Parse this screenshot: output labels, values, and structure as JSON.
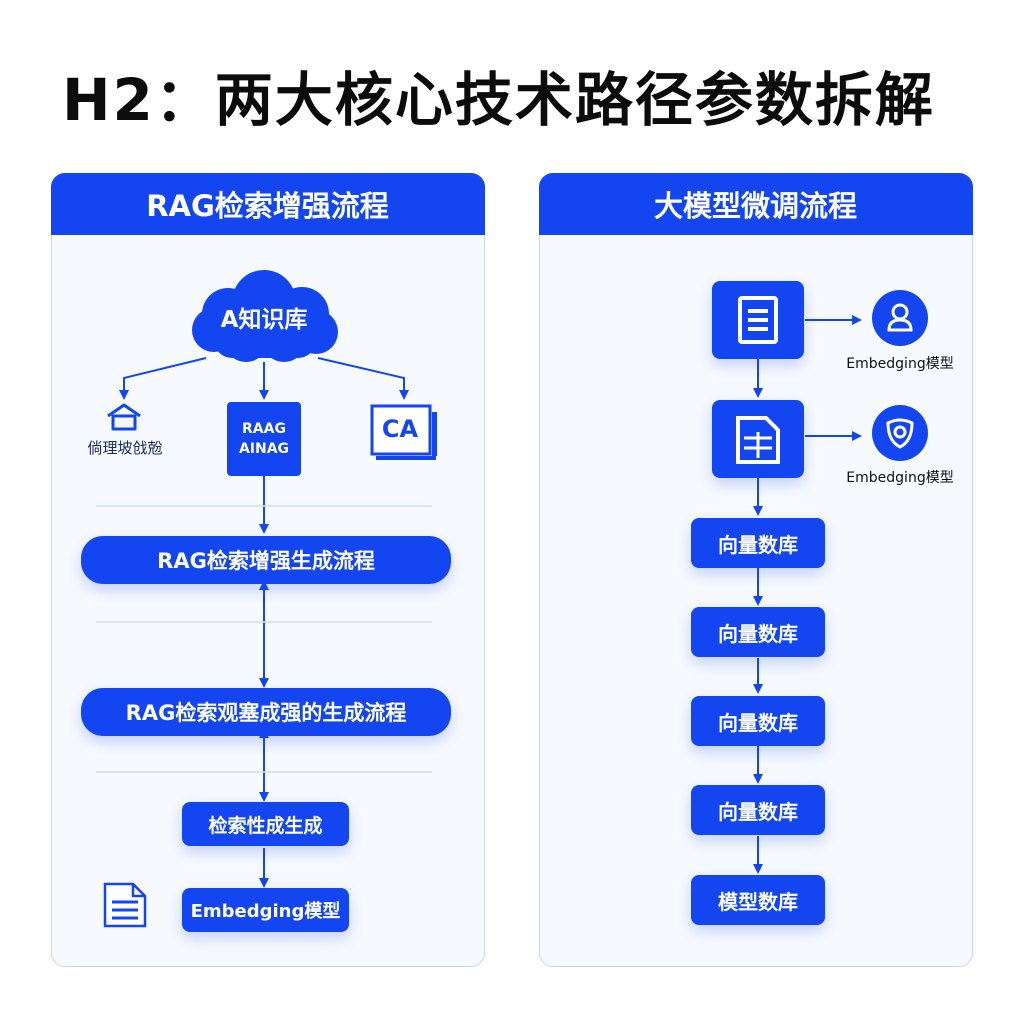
{
  "title": "H2：两大核心技术路径参数拆解",
  "left_panel": {
    "header": "RAG检索增强流程",
    "cloud_label": "A知识库",
    "left_node_label": "倘理坡戗兝",
    "center_box_line1": "RAAG",
    "center_box_line2": "AINAG",
    "right_node_label": "CA",
    "step1": "RAG检索增强生成流程",
    "step2": "RAG检索观塞成强的生成流程",
    "step3": "检索性成生成",
    "step4": "Embedging模型"
  },
  "right_panel": {
    "header": "大模型微调流程",
    "embedding_label_1": "Embedging模型",
    "embedding_label_2": "Embedging模型",
    "steps": [
      "向量数库",
      "向量数库",
      "向量数库",
      "向量数库",
      "模型数库"
    ]
  },
  "colors": {
    "accent": "#1346f0",
    "panel_bg": "#f6f9fd",
    "panel_border": "#c9d8ef"
  }
}
